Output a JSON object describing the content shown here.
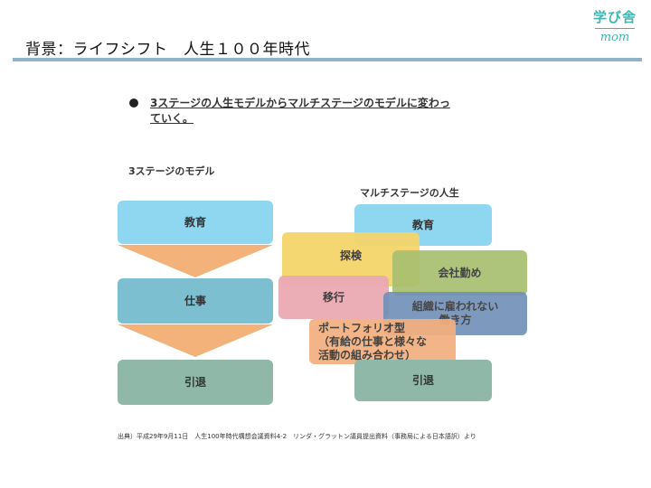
{
  "slide": {
    "title": "背景：ライフシフト　人生１００年時代"
  },
  "logo": {
    "kanji": "学び舎",
    "latin": "mom"
  },
  "lead": {
    "line1": "3ステージの人生モデルからマルチステージのモデルに変わっ",
    "line2": "ていく。"
  },
  "left_model": {
    "heading": "3ステージのモデル",
    "stages": [
      "教育",
      "仕事",
      "引退"
    ]
  },
  "right_model": {
    "heading": "マルチステージの人生",
    "education": "教育",
    "explore": "探検",
    "company": "会社勤め",
    "transition": "移行",
    "independent_line1": "組織に雇われない",
    "independent_line2": "働き方",
    "portfolio_line1": "ポートフォリオ型",
    "portfolio_line2": "（有給の仕事と様々な",
    "portfolio_line3": "活動の組み合わせ）",
    "retirement": "引退"
  },
  "source": "出典）平成29年9月11日　人生100年時代構想会議資料4-2　リンダ・グラットン議員提出資料（事務局による日本語訳）より",
  "colors": {
    "education": "#8fd6f0",
    "work": "#7bbfd1",
    "retirement": "#8fb8a8",
    "arrow": "#f2b27a",
    "explore": "#f5d56b",
    "company": "#a8c070",
    "transition": "#eaaab4",
    "independent": "#6f90b8",
    "portfolio": "#f3b07e",
    "accent": "#8fb3c9"
  }
}
